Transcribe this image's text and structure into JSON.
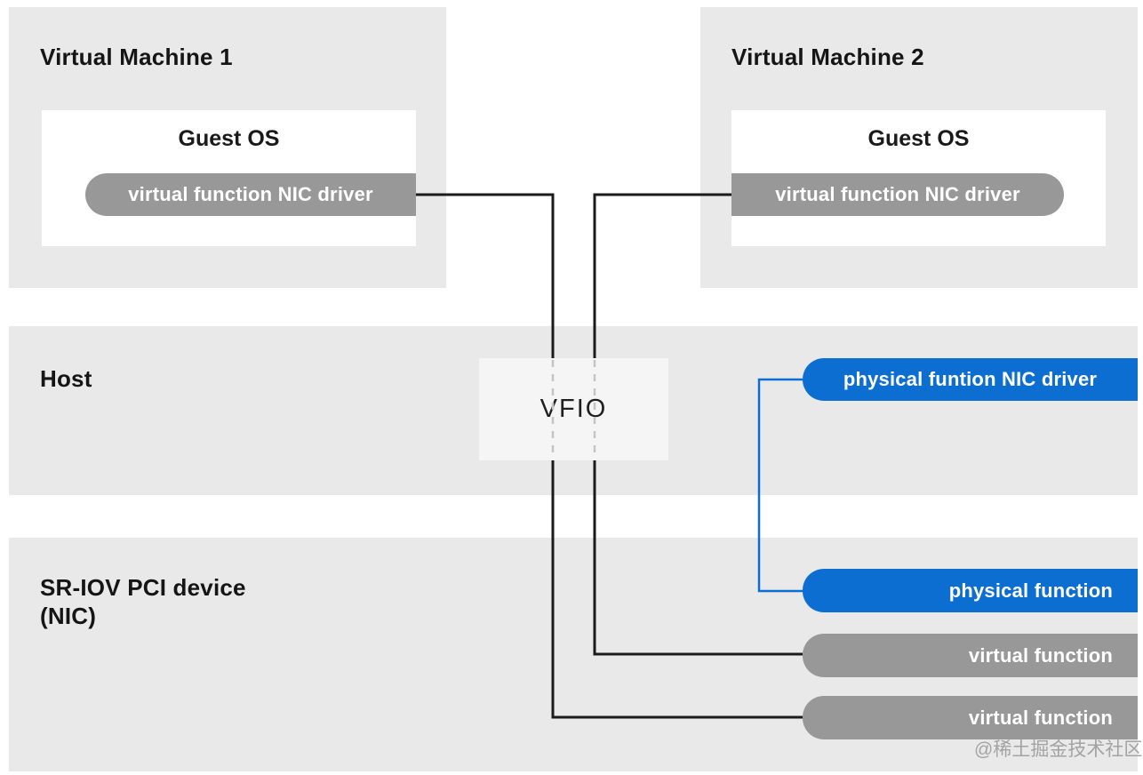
{
  "vm1": {
    "title": "Virtual Machine 1",
    "guest_os_label": "Guest OS",
    "vf_driver_pill": "virtual function NIC driver"
  },
  "vm2": {
    "title": "Virtual Machine 2",
    "guest_os_label": "Guest OS",
    "vf_driver_pill": "virtual function NIC driver"
  },
  "host": {
    "title": "Host",
    "vfio_label": "VFIO",
    "pf_driver_pill": "physical funtion NIC driver"
  },
  "device": {
    "title": "SR-IOV PCI device\n(NIC)",
    "pf_pill": "physical function",
    "vf_pill_1": "virtual function",
    "vf_pill_2": "virtual function"
  },
  "watermark": "@稀土掘金技术社区",
  "colors": {
    "panel_gray": "#e9e9e9",
    "pill_gray": "#989898",
    "accent_blue": "#0d6ed2",
    "line_black": "#1b1b1b",
    "dash_gray": "#c4c4c4",
    "vfio_bg": "#f5f5f5",
    "title_color": "#151515",
    "watermark_gray": "#a3a3a3"
  }
}
